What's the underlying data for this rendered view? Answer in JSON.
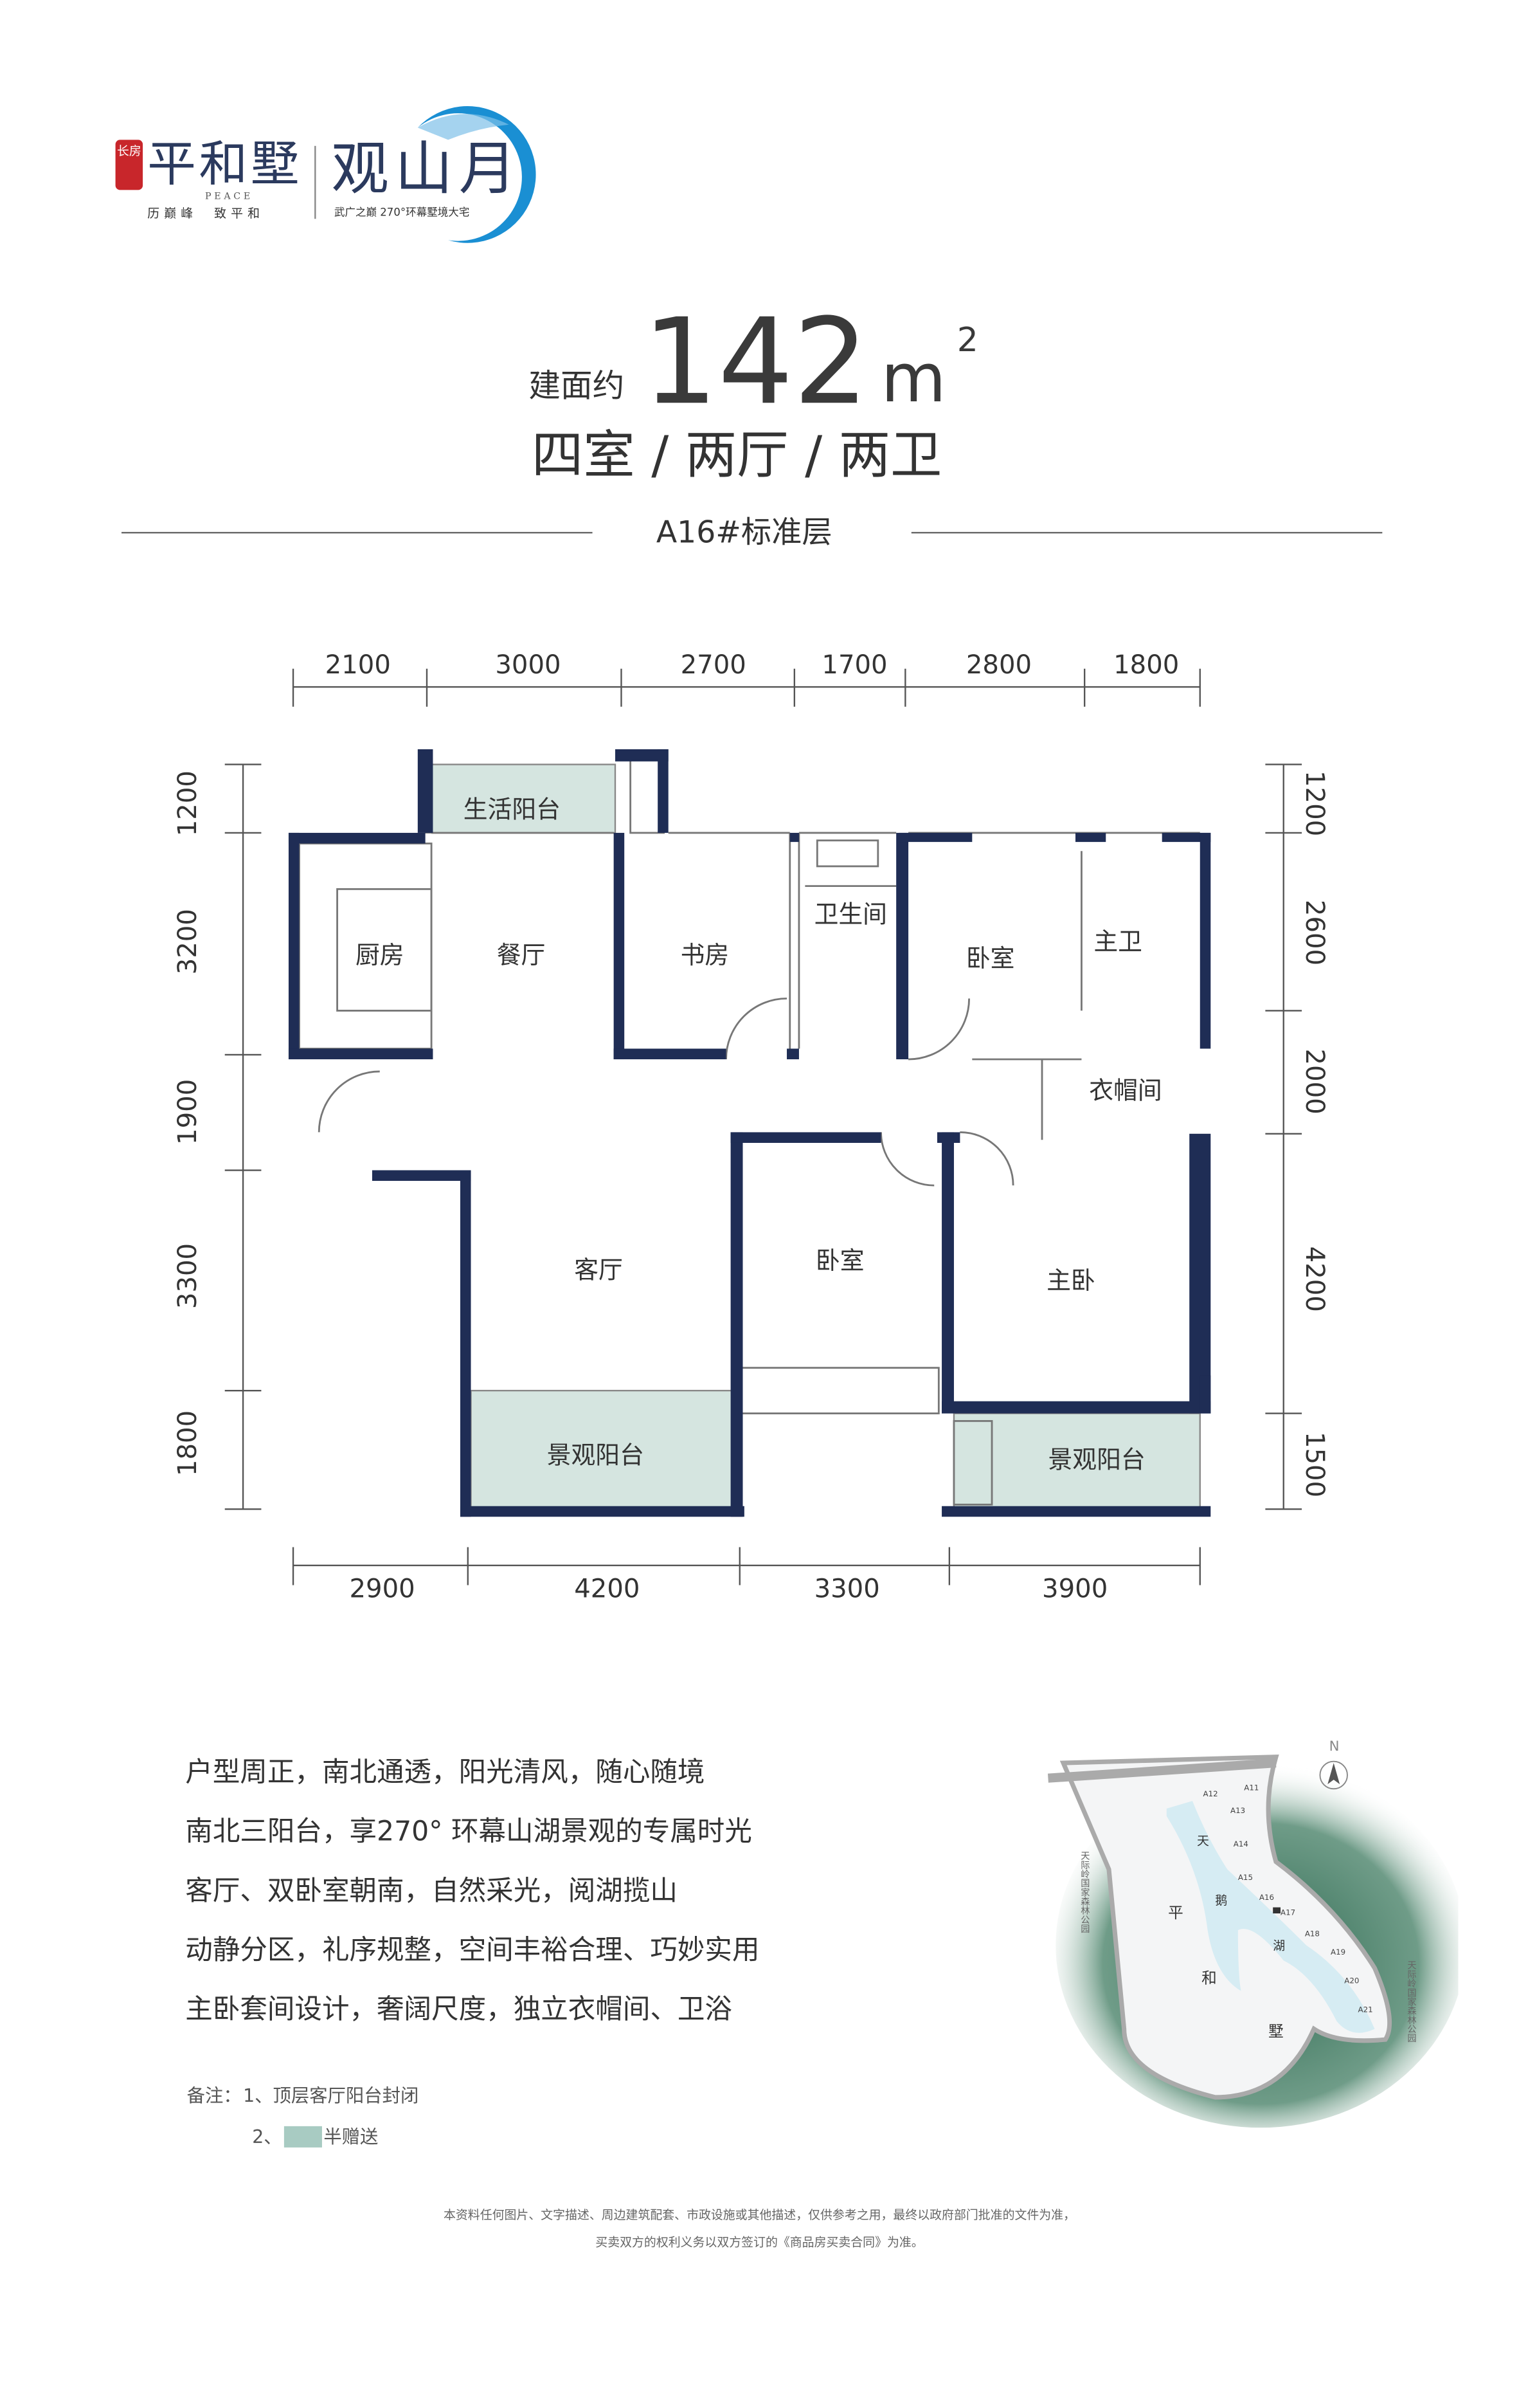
{
  "logo": {
    "seal": "长房",
    "brand": "平和墅",
    "brand_en": "PEACE",
    "slogan": "历巅峰　致平和",
    "project": "观山月",
    "project_tagline": "武广之巅  270°环幕墅境大宅"
  },
  "header": {
    "area_prefix": "建面约",
    "area_value": "142",
    "area_unit": "m",
    "area_sup": "2",
    "layout": "四室 / 两厅 / 两卫",
    "floor": "A16#标准层"
  },
  "plan": {
    "top_dims": [
      "2100",
      "3000",
      "2700",
      "1700",
      "2800",
      "1800"
    ],
    "bottom_dims": [
      "2900",
      "4200",
      "3300",
      "3900"
    ],
    "left_dims": [
      "1200",
      "3200",
      "1900",
      "3300",
      "1800"
    ],
    "right_dims": [
      "1200",
      "2600",
      "2000",
      "4200",
      "1500"
    ],
    "rooms": {
      "utility_balcony": "生活阳台",
      "kitchen": "厨房",
      "dining": "餐厅",
      "study": "书房",
      "bathroom": "卫生间",
      "bedroom_ne": "卧室",
      "master_bath": "主卫",
      "closet": "衣帽间",
      "living": "客厅",
      "bedroom_s": "卧室",
      "master_bedroom": "主卧",
      "view_balcony_1": "景观阳台",
      "view_balcony_2": "景观阳台"
    },
    "colors": {
      "wall": "#1f2d55",
      "balcony": "#d5e5e0"
    }
  },
  "features": [
    "户型周正，南北通透，阳光清风，随心随境",
    "南北三阳台，享270° 环幕山湖景观的专属时光",
    "客厅、双卧室朝南，自然采光，阅湖揽山",
    "动静分区，礼序规整，空间丰裕合理、巧妙实用",
    "主卧套间设计，奢阔尺度，独立衣帽间、卫浴"
  ],
  "notes": {
    "label": "备注：",
    "note1": "1、顶层客厅阳台封闭",
    "note2_prefix": "2、",
    "note2": "半赠送",
    "swatch_color": "#a8cbc2"
  },
  "sitemap": {
    "north": "N",
    "lake": [
      "天",
      "鹅",
      "湖"
    ],
    "community": [
      "平",
      "和",
      "墅"
    ],
    "park_left": "天际岭国家森林公园",
    "park_right": "天际岭国家森林公园",
    "buildings": [
      "A11",
      "A12",
      "A13",
      "A14",
      "A15",
      "A16",
      "A17",
      "A18",
      "A19",
      "A20",
      "A21"
    ]
  },
  "disclaimer": {
    "line1": "本资料任何图片、文字描述、周边建筑配套、市政设施或其他描述，仅供参考之用，最终以政府部门批准的文件为准，",
    "line2": "买卖双方的权利义务以双方签订的《商品房买卖合同》为准。"
  }
}
